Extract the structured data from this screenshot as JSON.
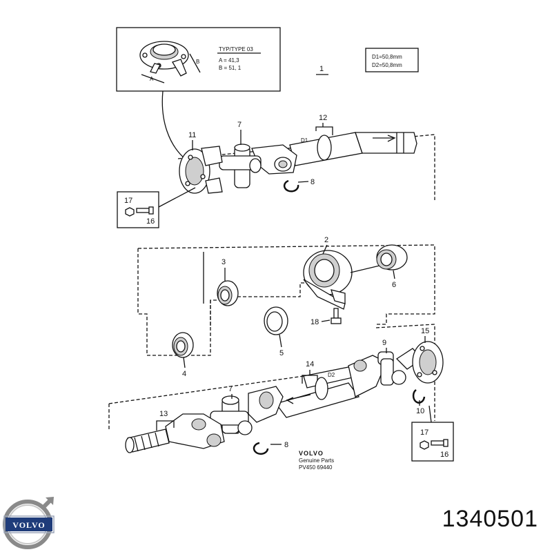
{
  "detail_box": {
    "type_label": "TYP/TYPE 03",
    "dim_a": "A = 41,3",
    "dim_b": "B = 51, 1",
    "letter_a": "A",
    "letter_b": "B"
  },
  "diameter_box": {
    "d1": "D1=50,8mm",
    "d2": "D2=50,8mm"
  },
  "shaft_labels": {
    "d1": "D1",
    "d2": "D2"
  },
  "assembly_number": "1",
  "callouts": [
    "1",
    "2",
    "3",
    "4",
    "5",
    "6",
    "7",
    "8",
    "9",
    "10",
    "11",
    "12",
    "13",
    "14",
    "15",
    "16",
    "17",
    "18"
  ],
  "bolt_box_top": {
    "upper": "17",
    "lower": "16"
  },
  "bolt_box_bottom": {
    "upper": "17",
    "lower": "16"
  },
  "footer": {
    "brand": "VOLVO",
    "line1": "Genuine Parts",
    "line2": "PV450 69440"
  },
  "logo_text": "VOLVO",
  "part_number": "1340501"
}
